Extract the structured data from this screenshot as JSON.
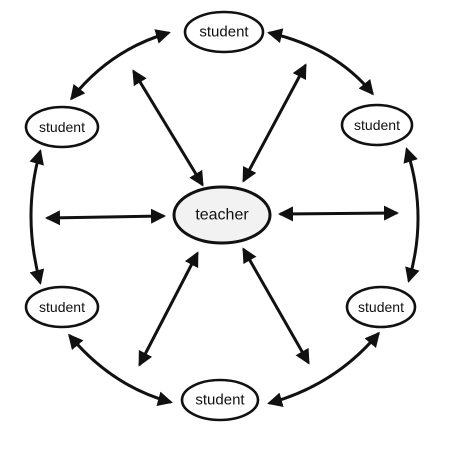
{
  "diagram": {
    "center": {
      "label": "teacher"
    },
    "students": [
      {
        "id": "top",
        "label": "student"
      },
      {
        "id": "upper-right",
        "label": "student"
      },
      {
        "id": "lower-right",
        "label": "student"
      },
      {
        "id": "bottom",
        "label": "student"
      },
      {
        "id": "lower-left",
        "label": "student"
      },
      {
        "id": "upper-left",
        "label": "student"
      }
    ]
  }
}
